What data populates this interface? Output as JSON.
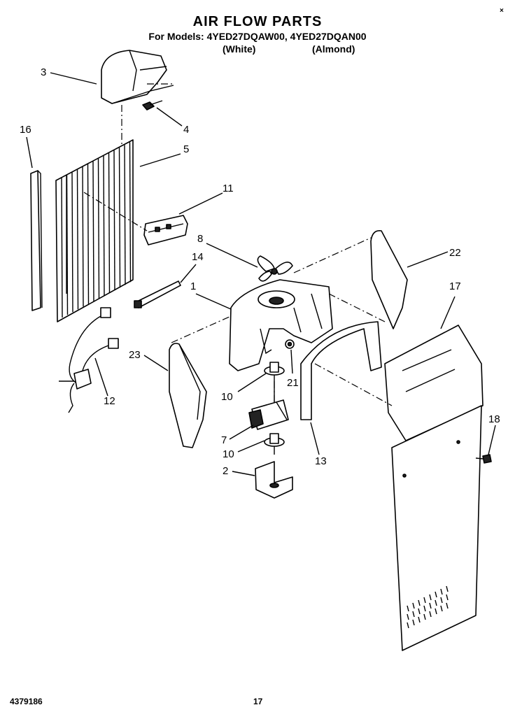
{
  "header": {
    "title": "AIR FLOW PARTS",
    "models_line": "For Models: 4YED27DQAW00, 4YED27DQAN00",
    "variant_white": "(White)",
    "variant_almond": "(Almond)"
  },
  "corner_mark": "×",
  "footer": {
    "doc_number": "4379186",
    "page_number": "17"
  },
  "callouts": [
    "3",
    "4",
    "16",
    "5",
    "11",
    "8",
    "14",
    "22",
    "1",
    "17",
    "23",
    "21",
    "10",
    "12",
    "18",
    "7",
    "10",
    "13",
    "2"
  ]
}
